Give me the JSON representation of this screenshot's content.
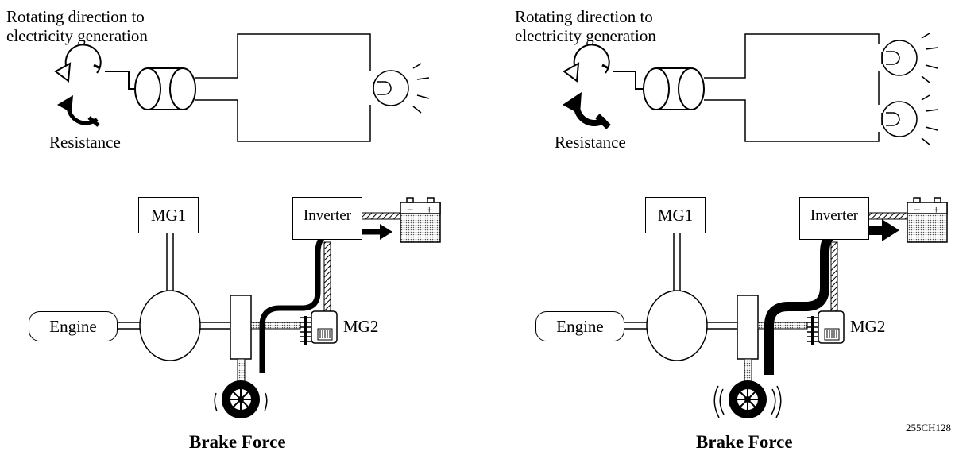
{
  "left_panel": {
    "rotation_label": [
      "Rotating direction to",
      "electricity generation"
    ],
    "resistance_label": "Resistance",
    "mg1_label": "MG1",
    "inverter_label": "Inverter",
    "engine_label": "Engine",
    "mg2_label": "MG2",
    "battery_minus": "−",
    "battery_plus": "+",
    "caption": "Brake Force"
  },
  "right_panel": {
    "rotation_label": [
      "Rotating direction to",
      "electricity generation"
    ],
    "resistance_label": "Resistance",
    "mg1_label": "MG1",
    "inverter_label": "Inverter",
    "engine_label": "Engine",
    "mg2_label": "MG2",
    "battery_minus": "−",
    "battery_plus": "+",
    "caption": "Brake Force"
  },
  "figure_code": "255CH128",
  "icons": [
    "rotation-arrow-icon",
    "generator-icon",
    "light-bulb-icon",
    "battery-icon",
    "wheel-icon",
    "power-flow-arrow-icon"
  ]
}
